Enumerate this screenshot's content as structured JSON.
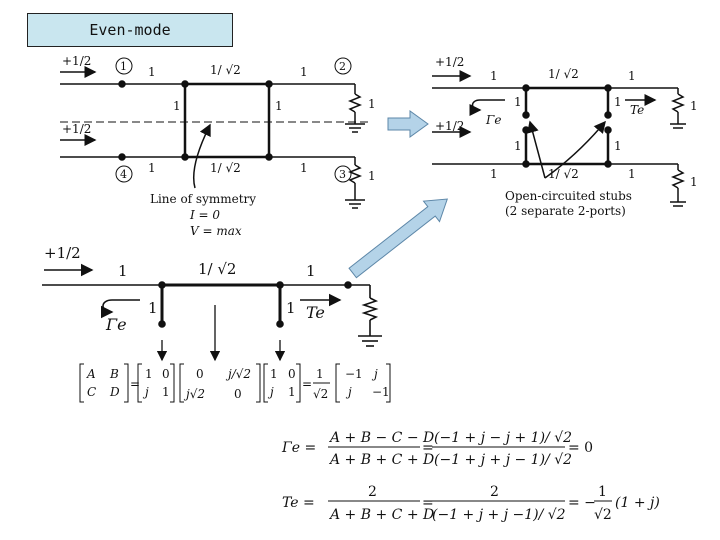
{
  "title": "Even-mode",
  "circuit1": {
    "source_top": "+1/2",
    "source_bottom": "+1/2",
    "ports": [
      "1",
      "2",
      "3",
      "4"
    ],
    "impedance_outer": "1",
    "impedance_series": "1/ √2",
    "impedance_shunt": "1",
    "load": "1",
    "symmetry_label": "Line of symmetry",
    "current_label": "I = 0",
    "voltage_label": "V = max"
  },
  "circuit2": {
    "source_top": "+1/2",
    "source_bottom": "+1/2",
    "impedance_outer": "1",
    "impedance_series": "1/ √2",
    "impedance_shunt": "1",
    "load": "1",
    "gamma_label": "Γe",
    "t_label": "Te",
    "stub_label": "Open-circuited stubs",
    "stub_sublabel": "(2 separate 2-ports)"
  },
  "circuit3": {
    "source": "+1/2",
    "impedance_outer": "1",
    "impedance_series": "1/ √2",
    "impedance_shunt": "1",
    "gamma_label": "Γe",
    "t_label": "Te"
  },
  "equations": {
    "abcd_lhs": [
      "A",
      "B",
      "C",
      "D"
    ],
    "gamma_lhs": "Γe =",
    "gamma_num": "A + B − C − D",
    "gamma_den": "A + B + C + D",
    "gamma_num2": "(−1 + j − j + 1)/ √2",
    "gamma_den2": "(−1 + j + j − 1)/ √2",
    "gamma_result": "= 0",
    "t_lhs": "Te =",
    "t_num": "2",
    "t_den": "A + B + C + D",
    "t_num2": "2",
    "t_den2": "(−1 + j + j −1)/ √2",
    "t_result_pre": "= −",
    "t_result_num": "1",
    "t_result_den": "√2",
    "t_result_post": "(1 + j)"
  }
}
